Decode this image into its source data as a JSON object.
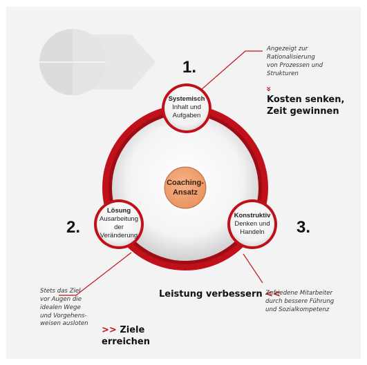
{
  "colors": {
    "accent_red": "#c0111b",
    "center_orange": "#f0a071",
    "panel_bg": "#f3f3f3"
  },
  "center": {
    "line1": "Coaching-",
    "line2": "Ansatz"
  },
  "steps": [
    {
      "number": "1.",
      "title": "Systemisch",
      "line1": "Inhalt und",
      "line2": "Aufgaben"
    },
    {
      "number": "2.",
      "title": "Lösung",
      "line1": "Ausarbeitung",
      "line2": "der",
      "line3": "Veränderung"
    },
    {
      "number": "3.",
      "title": "Konstruktiv",
      "line1": "Denken und",
      "line2": "Handeln"
    }
  ],
  "notes": {
    "top_right": [
      "Angezeigt zur",
      "Rationalisierung",
      "von Prozessen und",
      "Strukturen"
    ],
    "top_right_arrow": "»",
    "top_right_headline": [
      "Kosten senken,",
      "Zeit gewinnen"
    ],
    "bottom_left": [
      "Stets das Ziel",
      "vor Augen die",
      "idealen Wege",
      "und Vorgehens-",
      "weisen ausloten"
    ],
    "bottom_left_arrow": ">>",
    "bottom_left_headline": "Ziele erreichen",
    "bottom_right": [
      "Zufriedene Mitarbeiter",
      "durch bessere Führung",
      "und Sozialkompetenz"
    ],
    "bottom_right_arrow": "<<",
    "bottom_right_headline": "Leistung verbessern"
  }
}
